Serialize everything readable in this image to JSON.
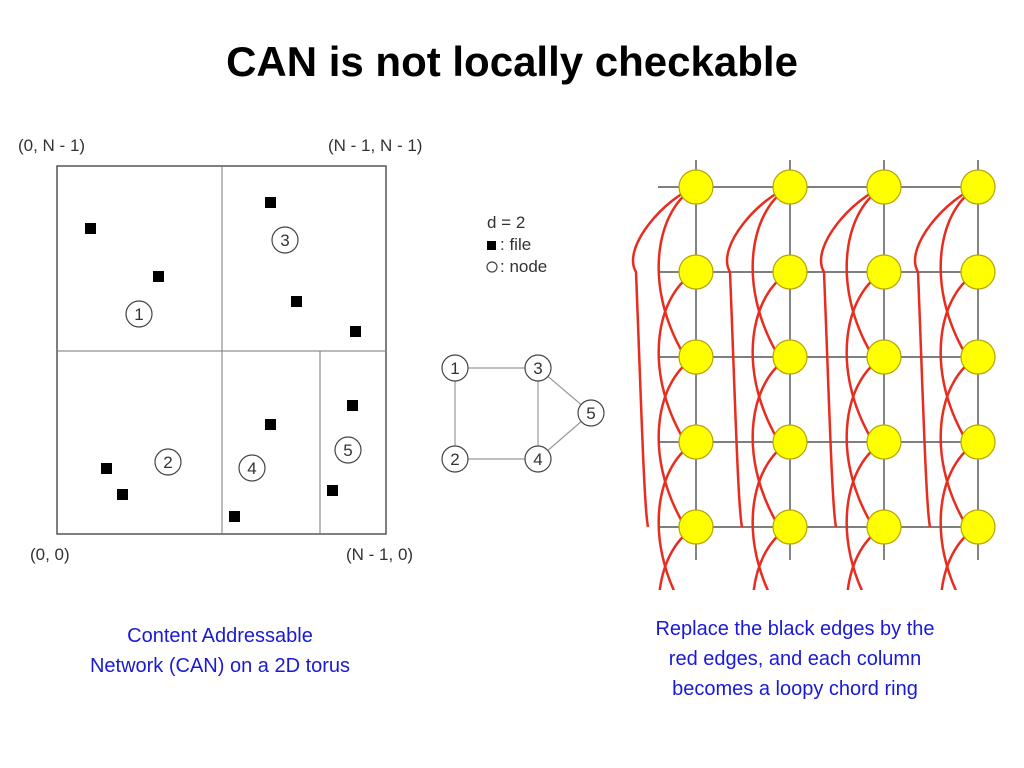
{
  "title": "CAN is not locally checkable",
  "can_figure": {
    "corner_top_left": "(0, N - 1)",
    "corner_top_right": "(N - 1, N - 1)",
    "corner_bottom_left": "(0, 0)",
    "corner_bottom_right": "(N - 1, 0)",
    "region_labels": [
      "1",
      "2",
      "3",
      "4",
      "5"
    ]
  },
  "legend": {
    "dimension": "d = 2",
    "file_label": ": file",
    "node_label": ": node"
  },
  "overlay_graph": {
    "nodes": [
      "1",
      "2",
      "3",
      "4",
      "5"
    ]
  },
  "grid_figure": {
    "rows": 5,
    "cols": 4,
    "node_color": "#ffff00",
    "node_stroke": "#b5a400",
    "chord_color": "#e62d1f",
    "edge_color": "#333333"
  },
  "captions": {
    "left_line1": "Content Addressable",
    "left_line2": "Network (CAN) on a 2D torus",
    "right_line1": "Replace the black edges by the",
    "right_line2": "red edges, and each column",
    "right_line3": "becomes a loopy chord ring"
  },
  "colors": {
    "caption_text": "#1a1ad6",
    "title_text": "#000000"
  }
}
